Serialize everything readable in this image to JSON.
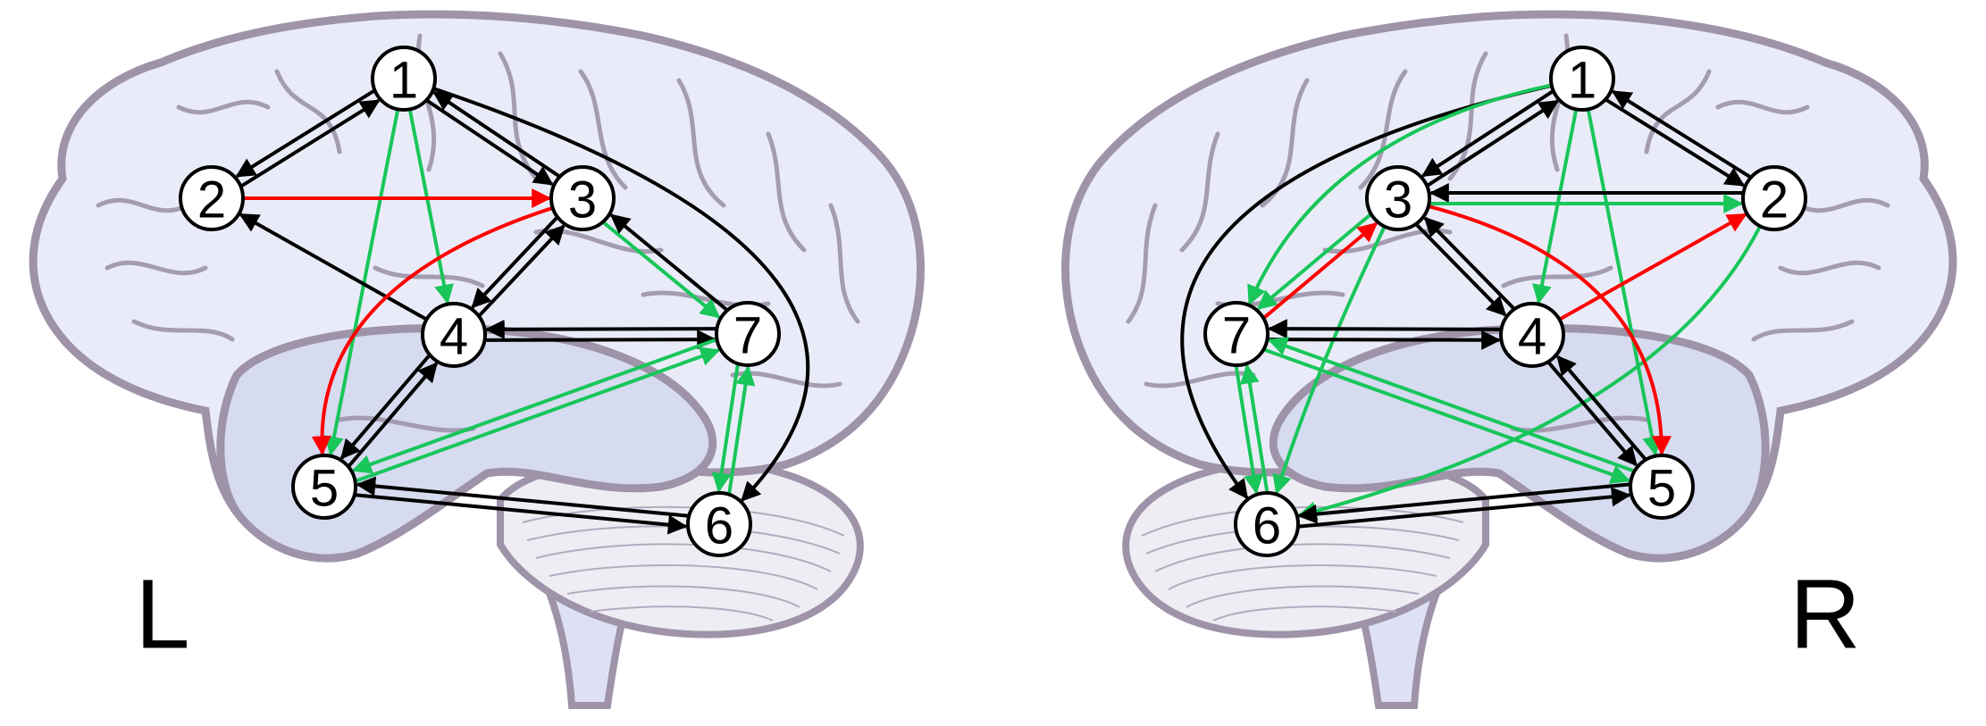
{
  "colors": {
    "black": "#000000",
    "red": "#ff0000",
    "green": "#18c65a",
    "cortex_fill": "#e9ecf8",
    "cortex_outline": "#9e93a8"
  },
  "hemispheres": [
    {
      "id": "left",
      "letter": "L",
      "nodes": [
        "1",
        "2",
        "3",
        "4",
        "5",
        "6",
        "7"
      ],
      "edges": [
        {
          "from": "1",
          "to": "2",
          "color": "black"
        },
        {
          "from": "2",
          "to": "1",
          "color": "black"
        },
        {
          "from": "1",
          "to": "3",
          "color": "black"
        },
        {
          "from": "3",
          "to": "1",
          "color": "black"
        },
        {
          "from": "1",
          "to": "4",
          "color": "green"
        },
        {
          "from": "1",
          "to": "5",
          "color": "green"
        },
        {
          "from": "1",
          "to": "6",
          "color": "black"
        },
        {
          "from": "2",
          "to": "3",
          "color": "red"
        },
        {
          "from": "4",
          "to": "2",
          "color": "black"
        },
        {
          "from": "3",
          "to": "4",
          "color": "black"
        },
        {
          "from": "4",
          "to": "3",
          "color": "black"
        },
        {
          "from": "3",
          "to": "5",
          "color": "red"
        },
        {
          "from": "3",
          "to": "7",
          "color": "green"
        },
        {
          "from": "7",
          "to": "3",
          "color": "black"
        },
        {
          "from": "4",
          "to": "7",
          "color": "black"
        },
        {
          "from": "7",
          "to": "4",
          "color": "black"
        },
        {
          "from": "4",
          "to": "5",
          "color": "black"
        },
        {
          "from": "5",
          "to": "4",
          "color": "black"
        },
        {
          "from": "5",
          "to": "7",
          "color": "green"
        },
        {
          "from": "7",
          "to": "5",
          "color": "green"
        },
        {
          "from": "5",
          "to": "6",
          "color": "black"
        },
        {
          "from": "6",
          "to": "5",
          "color": "black"
        },
        {
          "from": "6",
          "to": "7",
          "color": "green"
        },
        {
          "from": "7",
          "to": "6",
          "color": "green"
        }
      ]
    },
    {
      "id": "right",
      "letter": "R",
      "nodes": [
        "1",
        "2",
        "3",
        "4",
        "5",
        "6",
        "7"
      ],
      "edges": [
        {
          "from": "1",
          "to": "2",
          "color": "black"
        },
        {
          "from": "2",
          "to": "1",
          "color": "black"
        },
        {
          "from": "1",
          "to": "3",
          "color": "black"
        },
        {
          "from": "3",
          "to": "1",
          "color": "black"
        },
        {
          "from": "1",
          "to": "4",
          "color": "green"
        },
        {
          "from": "1",
          "to": "5",
          "color": "green"
        },
        {
          "from": "1",
          "to": "6",
          "color": "black"
        },
        {
          "from": "1",
          "to": "7",
          "color": "green"
        },
        {
          "from": "2",
          "to": "3",
          "color": "black"
        },
        {
          "from": "3",
          "to": "2",
          "color": "green"
        },
        {
          "from": "4",
          "to": "2",
          "color": "red"
        },
        {
          "from": "2",
          "to": "6",
          "color": "green"
        },
        {
          "from": "3",
          "to": "4",
          "color": "black"
        },
        {
          "from": "4",
          "to": "3",
          "color": "black"
        },
        {
          "from": "3",
          "to": "5",
          "color": "red"
        },
        {
          "from": "3",
          "to": "6",
          "color": "green"
        },
        {
          "from": "3",
          "to": "7",
          "color": "green"
        },
        {
          "from": "7",
          "to": "3",
          "color": "red"
        },
        {
          "from": "4",
          "to": "7",
          "color": "black"
        },
        {
          "from": "7",
          "to": "4",
          "color": "black"
        },
        {
          "from": "4",
          "to": "5",
          "color": "black"
        },
        {
          "from": "5",
          "to": "4",
          "color": "black"
        },
        {
          "from": "5",
          "to": "7",
          "color": "green"
        },
        {
          "from": "7",
          "to": "5",
          "color": "green"
        },
        {
          "from": "5",
          "to": "6",
          "color": "black"
        },
        {
          "from": "6",
          "to": "5",
          "color": "black"
        },
        {
          "from": "6",
          "to": "7",
          "color": "green"
        },
        {
          "from": "7",
          "to": "6",
          "color": "green"
        }
      ]
    }
  ]
}
